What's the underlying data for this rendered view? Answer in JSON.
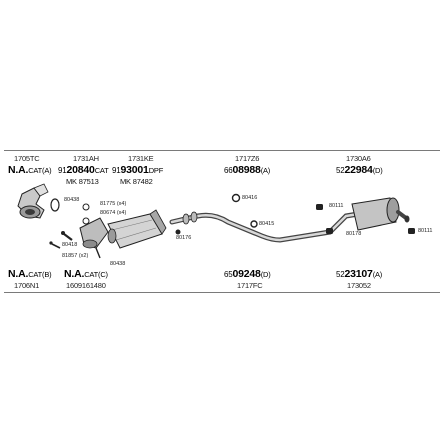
{
  "top_row": {
    "refs": [
      "1705TC",
      "1731AH",
      "1731KE",
      "1717Z6",
      "1730A6"
    ],
    "parts": [
      {
        "prefix": "",
        "number": "N.A.",
        "suffix": "CAT(A)"
      },
      {
        "prefix": "91",
        "number": "20840",
        "suffix": "CAT"
      },
      {
        "prefix": "91",
        "number": "93001",
        "suffix": "DPF"
      },
      {
        "prefix": "66",
        "number": "08988",
        "suffix": "(A)"
      },
      {
        "prefix": "52",
        "number": "22984",
        "suffix": "(D)"
      }
    ],
    "mk_codes": [
      "MK 87513",
      "MK 87482"
    ]
  },
  "bottom_row": {
    "parts": [
      {
        "prefix": "",
        "number": "N.A.",
        "suffix": "CAT(B)"
      },
      {
        "prefix": "",
        "number": "N.A.",
        "suffix": "CAT(C)"
      },
      {
        "prefix": "65",
        "number": "09248",
        "suffix": "(D)"
      },
      {
        "prefix": "52",
        "number": "23107",
        "suffix": "(A)"
      }
    ],
    "refs": [
      "1706N1",
      "1609161480",
      "1717FC",
      "173052"
    ]
  },
  "component_codes": {
    "c80438_a": "80438",
    "c81775": "81775 (x4)",
    "c80674": "80674 (x4)",
    "c80418": "80418",
    "c81857": "81857 (x2)",
    "c80438_b": "80438",
    "c80176": "80176",
    "c80416": "80416",
    "c80415": "80415",
    "c80111_a": "80111",
    "c80178": "80178",
    "c80111_b": "80111"
  },
  "colors": {
    "pipe": "#4d4d4d",
    "metal": "#b8b8b8",
    "dark": "#1f1f1f",
    "rule": "#7a7a7a"
  }
}
